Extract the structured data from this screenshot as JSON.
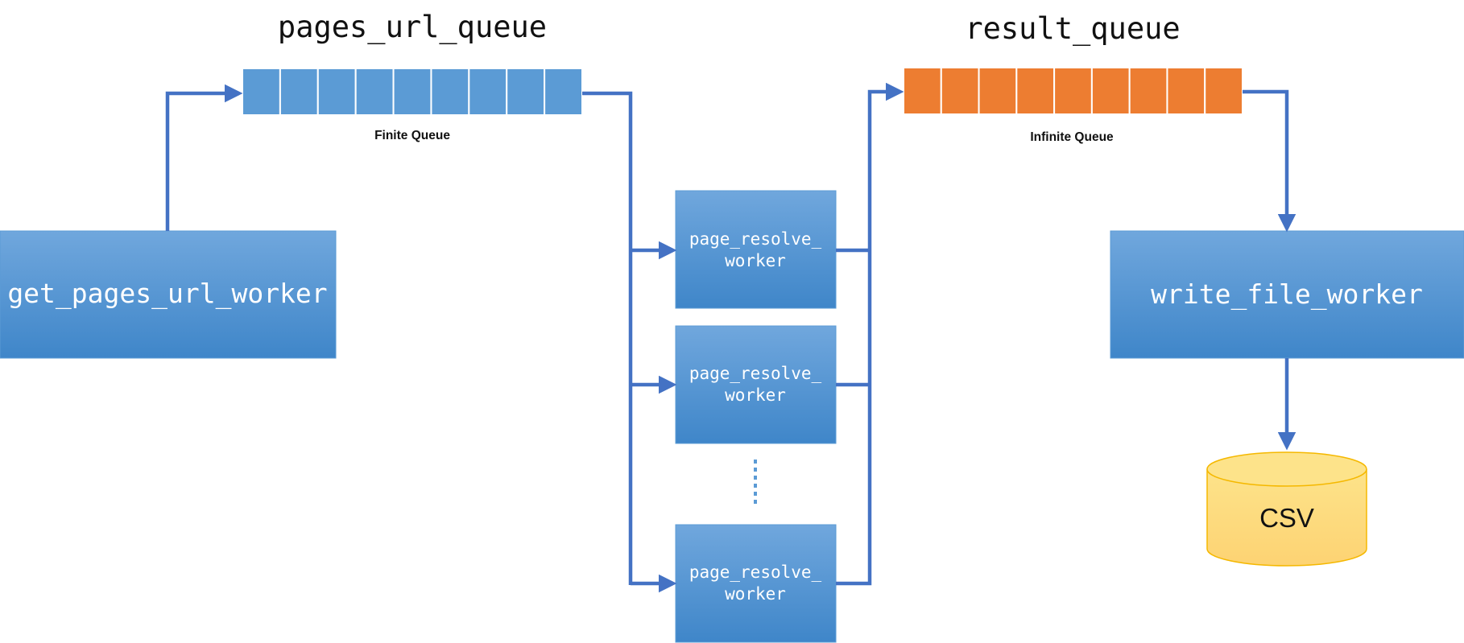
{
  "queues": {
    "pages_url_queue": {
      "title": "pages_url_queue",
      "caption": "Finite Queue",
      "cell_count": 9,
      "color": "#5b9bd5"
    },
    "result_queue": {
      "title": "result_queue",
      "caption": "Infinite Queue",
      "cell_count": 9,
      "color": "#ed7d31"
    }
  },
  "workers": {
    "producer": {
      "label": "get_pages_url_worker"
    },
    "resolvers": [
      {
        "line1": "page_resolve_",
        "line2": "worker"
      },
      {
        "line1": "page_resolve_",
        "line2": "worker"
      },
      {
        "line1": "page_resolve_",
        "line2": "worker"
      }
    ],
    "writer": {
      "label": "write_file_worker"
    }
  },
  "storage": {
    "label": "CSV"
  },
  "colors": {
    "worker_gradient_top": "#70a7dd",
    "worker_gradient_bottom": "#3f86c9",
    "arrow": "#4472c4",
    "cylinder_fill_top": "#fde38a",
    "cylinder_fill_bottom": "#fdd373",
    "cylinder_stroke": "#f5b800"
  }
}
